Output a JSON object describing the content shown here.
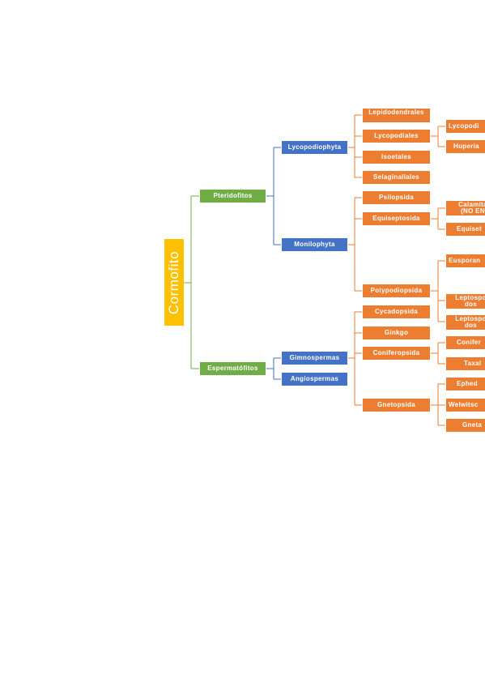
{
  "root": {
    "label": "Cormofito"
  },
  "level1": {
    "pteridofitos": "Pteridofitos",
    "espermatofitos": "Espermatófitos"
  },
  "level2": {
    "lycopodiophyta": "Lycopodiophyta",
    "monilophyta": "Monilophyta",
    "gimnospermas": "Gimnospermas",
    "angiospermas": "Angiospermas"
  },
  "level3": {
    "lepidodendrales": "Lepidodendrales",
    "lycopodiales": "Lycopodiales",
    "isoetales": "Isoetales",
    "selaginallales": "Selaginallales",
    "psilopsida": "Psilopsida",
    "equiseptosida": "Equiseptosida",
    "polypodiopsida": "Polypodiopsida",
    "cycadopsida": "Cycadopsida",
    "ginkgo": "Ginkgo",
    "coniferopsida": "Coniferopsida",
    "gnetopsida": "Gnetopsida"
  },
  "level4": {
    "lycopodi": "Lycopodi",
    "huperia": "Huperia",
    "calamita": "Calamita (NO EN",
    "equiset": "Equiset",
    "eusporan": "Eusporan",
    "leptospo1": "Leptospo dos",
    "leptospo2": "Leptospo dos",
    "conifer": "Conifer",
    "taxal": "Taxal",
    "ephed": "Ephed",
    "welwitsc": "Welwitsc",
    "gneta": "Gneta"
  }
}
